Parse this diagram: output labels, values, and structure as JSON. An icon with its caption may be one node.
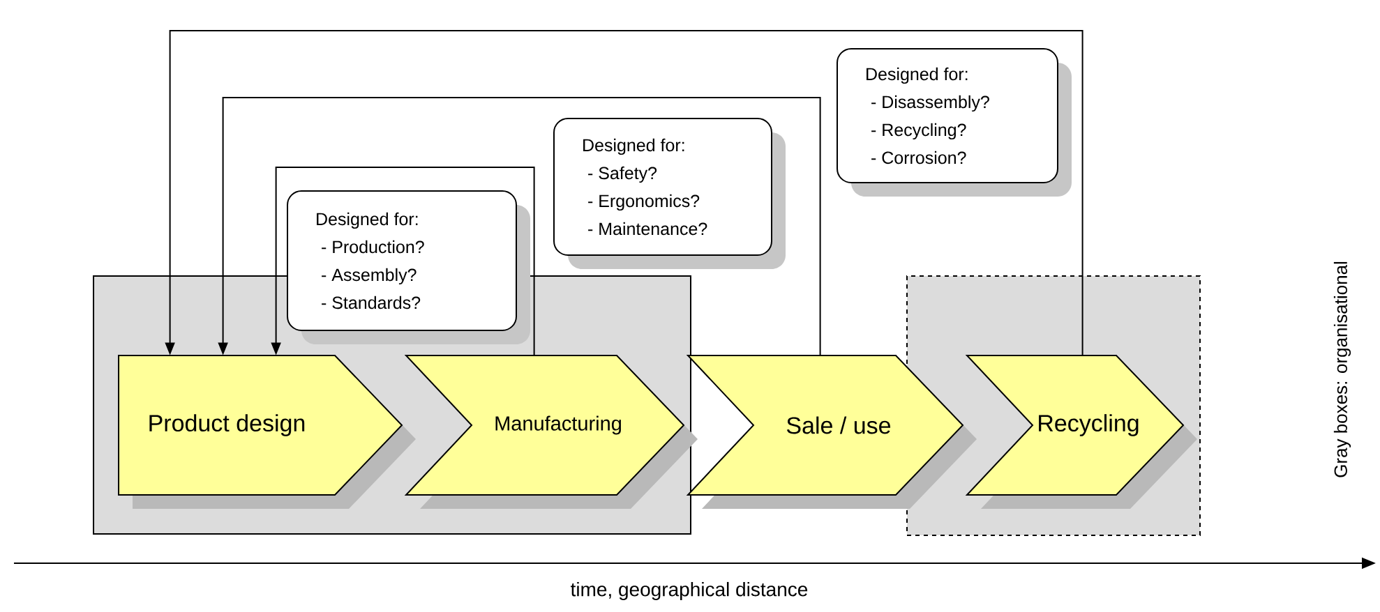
{
  "diagram": {
    "nodes": [
      {
        "text": [],
        "shape": "box"
      },
      {
        "text": [],
        "shape": "box"
      },
      {
        "text": [
          "Product design"
        ],
        "in": 0
      },
      {
        "text": [
          "Manufacturing"
        ],
        "in": 0
      },
      {
        "text": [
          "Sale / use"
        ]
      },
      {
        "text": [
          "Recycling"
        ],
        "in": 1
      },
      {
        "text": [
          "Designed for:",
          "- Production?",
          "- Assembly?",
          "- Standards?"
        ]
      },
      {
        "text": [
          "Designed for:",
          "- Safety?",
          "- Ergonomics?",
          "- Maintenance?"
        ]
      },
      {
        "text": [
          "Designed for:",
          "- Disassembly?",
          "- Recycling?",
          "- Corrosion?"
        ]
      }
    ],
    "edges": [
      {
        "from": 3,
        "to": 2,
        "arrow": "to"
      },
      {
        "from": 4,
        "to": 2,
        "arrow": "to"
      },
      {
        "from": 5,
        "to": 2,
        "arrow": "to"
      }
    ],
    "labels": [
      "Gray boxes: organisational",
      "time, geographical distance"
    ]
  }
}
